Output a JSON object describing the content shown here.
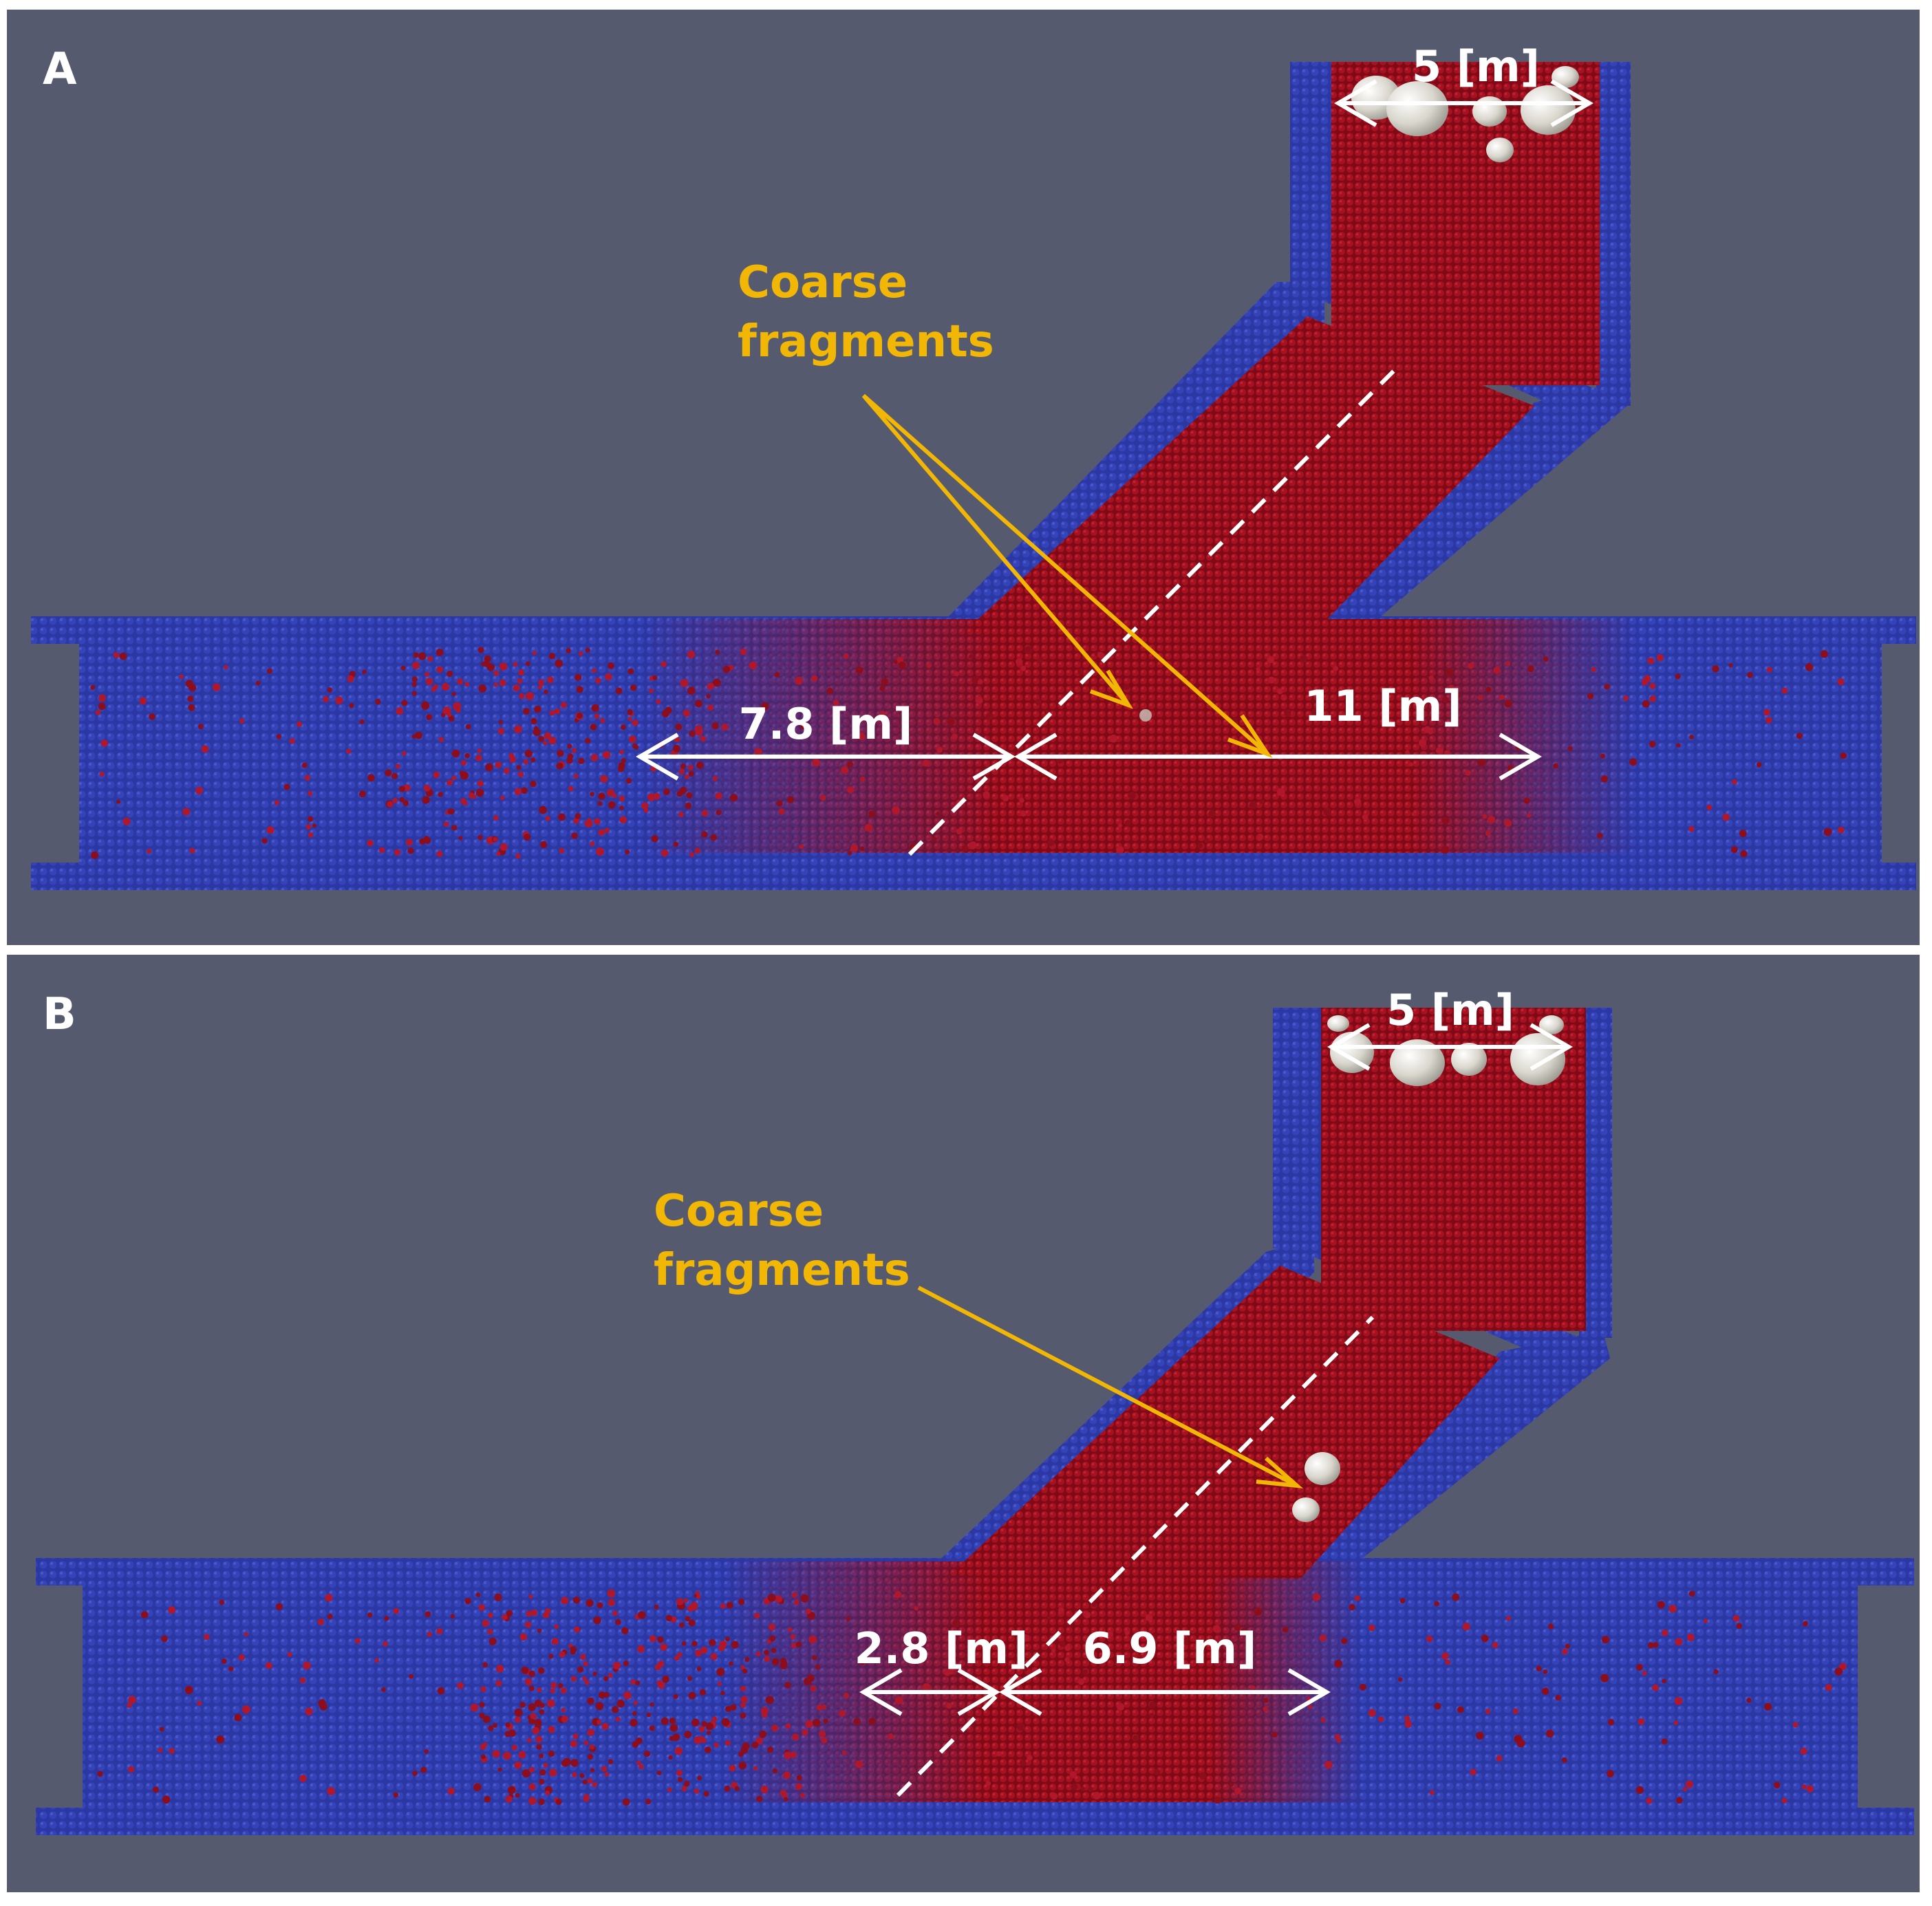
{
  "colors": {
    "background": "#565a6e",
    "wall": "#2e3aa8",
    "wall_dark": "#1f2878",
    "flow": "#9c0f1e",
    "flow_dark": "#6e0712",
    "boulder": "#e2dfd6",
    "annotation": "#f2b705",
    "dimension": "#ffffff"
  },
  "icons": [
    "arrow-double-icon",
    "arrow-pointer-icon",
    "boulder-icon",
    "particle-icon"
  ],
  "panels": [
    {
      "label": "A",
      "top_width": "5 [m]",
      "upstream_distance": "7.8 [m]",
      "downstream_distance": "11 [m]",
      "annotation_line1": "Coarse",
      "annotation_line2": "fragments"
    },
    {
      "label": "B",
      "top_width": "5 [m]",
      "upstream_distance": "2.8 [m]",
      "downstream_distance": "6.9 [m]",
      "annotation_line1": "Coarse",
      "annotation_line2": "fragments"
    }
  ]
}
